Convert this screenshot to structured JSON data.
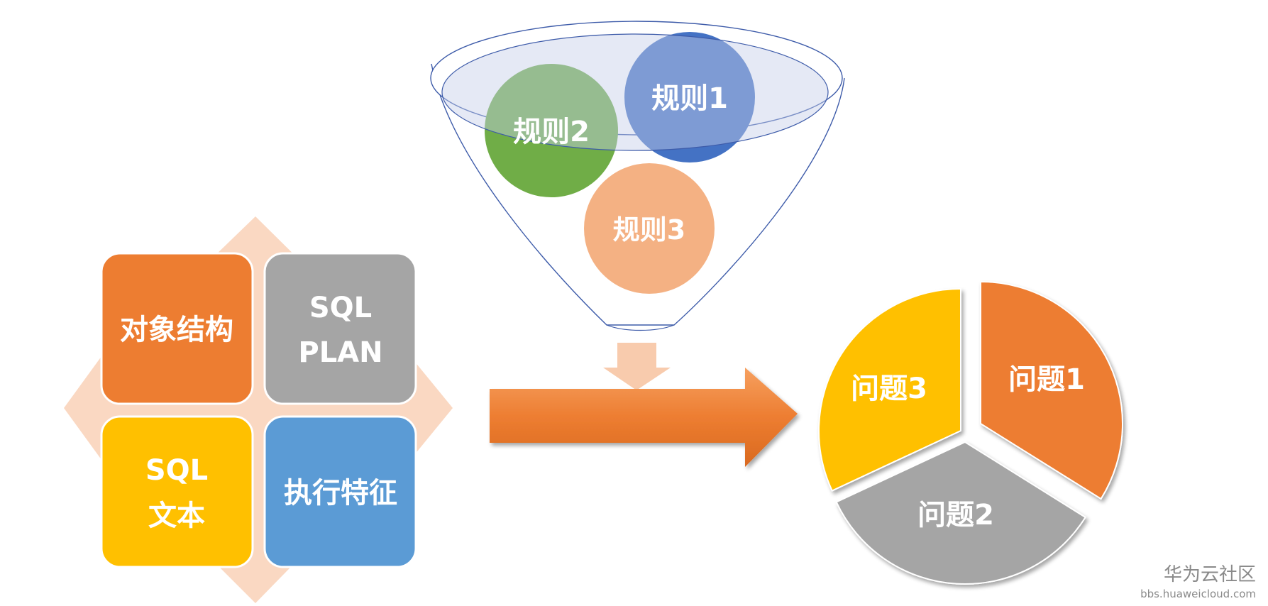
{
  "funnel": {
    "rules": [
      {
        "label": "规则1",
        "color": "#4472c4"
      },
      {
        "label": "规则2",
        "color": "#70ad47"
      },
      {
        "label": "规则3",
        "color": "#f4b183"
      }
    ]
  },
  "matrix": {
    "tiles": [
      {
        "line1": "对象结构",
        "line2": "",
        "color": "#ed7d31"
      },
      {
        "line1": "SQL",
        "line2": "PLAN",
        "color": "#a5a5a5"
      },
      {
        "line1": "SQL",
        "line2": "文本",
        "color": "#ffc000"
      },
      {
        "line1": "执行特征",
        "line2": "",
        "color": "#5b9bd5"
      }
    ]
  },
  "pie": {
    "slices": [
      {
        "label": "问题1",
        "color": "#ed7d31"
      },
      {
        "label": "问题2",
        "color": "#a5a5a5"
      },
      {
        "label": "问题3",
        "color": "#ffc000"
      }
    ]
  },
  "watermark": {
    "brand": "华为云社区",
    "url": "bbs.huaweicloud.com"
  }
}
